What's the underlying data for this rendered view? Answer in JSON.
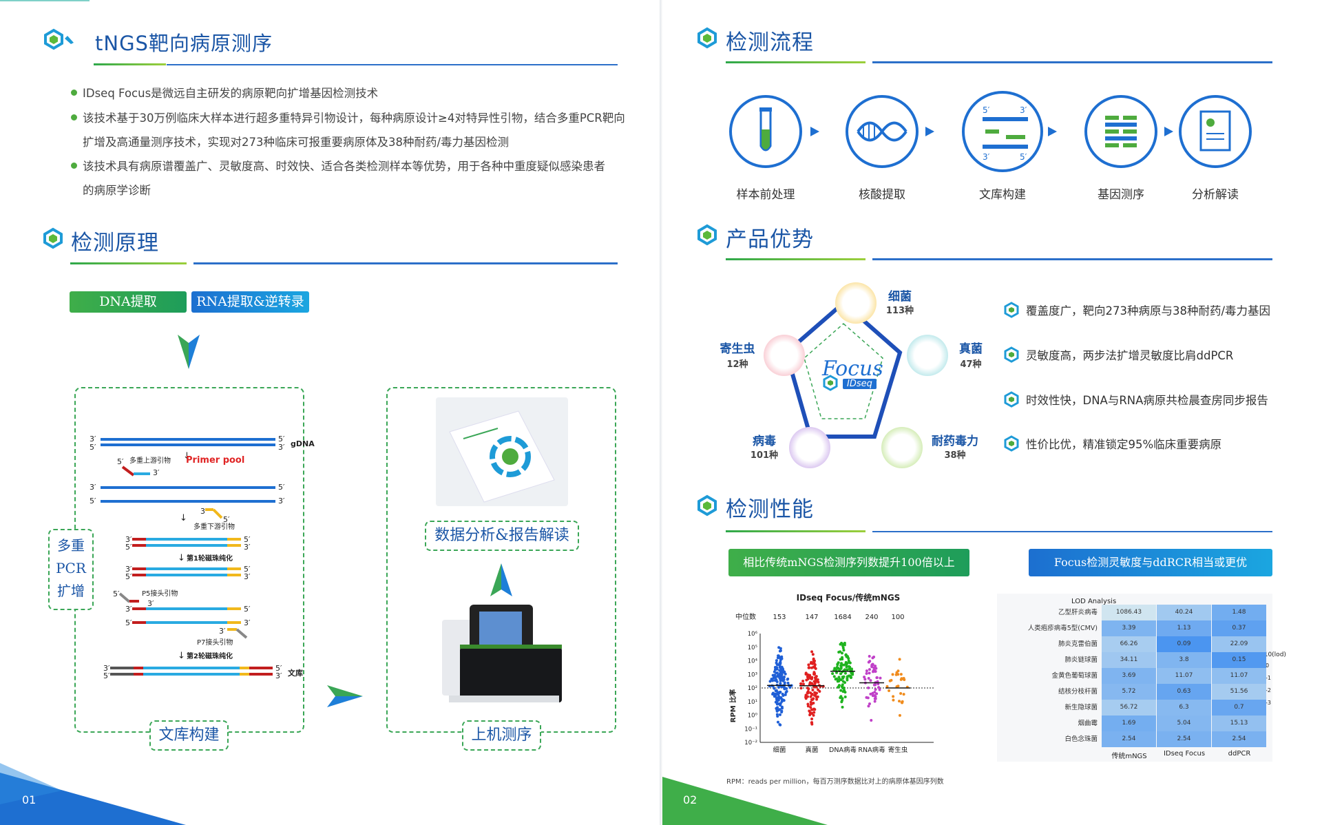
{
  "left": {
    "header_title": "tNGS靶向病原测序",
    "bullets": [
      "IDseq Focus是微远自主研发的病原靶向扩增基因检测技术",
      "该技术基于30万例临床大样本进行超多重特异引物设计，每种病原设计≥4对特异性引物，结合多重PCR靶向",
      "扩增及高通量测序技术，实现对273种临床可报重要病原体及38种耐药/毒力基因检测",
      "该技术具有病原谱覆盖广、灵敏度高、时效快、适合各类检测样本等优势，用于各种中重度疑似感染患者",
      "的病原学诊断"
    ],
    "section_title": "检测原理",
    "pill_dna": "DNA提取",
    "pill_rna": "RNA提取&逆转录",
    "multiplex_label": [
      "多重",
      "PCR",
      "扩增"
    ],
    "box1_label": "文库构建",
    "box2_label": "上机测序",
    "report_label": "数据分析&报告解读",
    "diagram": {
      "gdna": "gDNA",
      "primer_up": "多重上游引物",
      "primer_pool": "Primer pool",
      "primer_down": "多重下游引物",
      "round1": "第1轮磁珠纯化",
      "p5": "P5接头引物",
      "p7": "P7接头引物",
      "round2": "第2轮磁珠纯化",
      "library": "文库",
      "p3": "3′",
      "p5prime": "5′"
    },
    "page_number": "01"
  },
  "right": {
    "flow_title": "检测流程",
    "flow_steps": [
      "样本前处理",
      "核酸提取",
      "文库构建",
      "基因测序",
      "分析解读"
    ],
    "adv_title": "产品优势",
    "pentagon": {
      "center_top": "Focus",
      "center_bottom": "IDseq",
      "nodes": [
        {
          "name": "细菌",
          "count": "113种"
        },
        {
          "name": "真菌",
          "count": "47种"
        },
        {
          "name": "耐药毒力",
          "count": "38种"
        },
        {
          "name": "病毒",
          "count": "101种"
        },
        {
          "name": "寄生虫",
          "count": "12种"
        }
      ]
    },
    "advantages": [
      "覆盖度广，靶向273种病原与38种耐药/毒力基因",
      "灵敏度高，两步法扩增灵敏度比肩ddPCR",
      "时效性快，DNA与RNA病原共检晨查房同步报告",
      "性价比优，精准锁定95%临床重要病原"
    ],
    "perf_title": "检测性能",
    "banner_left": "相比传统mNGS检测序列数提升100倍以上",
    "banner_right": "Focus检测灵敏度与ddRCR相当或更优",
    "footnote": "RPM：reads per million，每百万测序数据比对上的病原体基因序列数",
    "page_number": "02"
  },
  "chart_data": [
    {
      "type": "scatter",
      "title": "IDseq Focus/传统mNGS",
      "ylabel": "RPM 比率",
      "median_label": "中位数",
      "categories": [
        "细菌",
        "真菌",
        "DNA病毒",
        "RNA病毒",
        "寄生虫"
      ],
      "medians": [
        "153",
        "147",
        "1684",
        "240",
        "100"
      ],
      "y_scale": "log10",
      "y_ticks": [
        "10⁶",
        "10⁵",
        "10⁴",
        "10³",
        "10²",
        "10¹",
        "10⁰",
        "10⁻¹",
        "10⁻²"
      ],
      "ylim": [
        -2,
        6
      ],
      "reference_line": 100,
      "colors": [
        "#1f5fd6",
        "#e02020",
        "#1fb31f",
        "#c040c8",
        "#f08c1e"
      ]
    },
    {
      "type": "heatmap",
      "title": "LOD Analysis",
      "columns": [
        "传统mNGS",
        "IDseq Focus",
        "ddPCR"
      ],
      "rows": [
        "乙型肝炎病毒",
        "人类疱疹病毒5型(CMV)",
        "肺炎克雷伯菌",
        "肺炎链球菌",
        "金黄色葡萄球菌",
        "结核分枝杆菌",
        "新生隐球菌",
        "烟曲霉",
        "白色念珠菌"
      ],
      "values": [
        [
          "1086.43",
          "40.24",
          "1.48"
        ],
        [
          "3.39",
          "1.13",
          "0.37"
        ],
        [
          "66.26",
          "0.09",
          "22.09"
        ],
        [
          "34.11",
          "3.8",
          "0.15"
        ],
        [
          "3.69",
          "11.07",
          "11.07"
        ],
        [
          "5.72",
          "0.63",
          "51.56"
        ],
        [
          "56.72",
          "6.3",
          "0.7"
        ],
        [
          "1.69",
          "5.04",
          "15.13"
        ],
        [
          "2.54",
          "2.54",
          "2.54"
        ]
      ],
      "legend_title": "log10(lod)",
      "legend_ticks": [
        "0",
        "-1",
        "-2",
        "-3"
      ]
    }
  ]
}
